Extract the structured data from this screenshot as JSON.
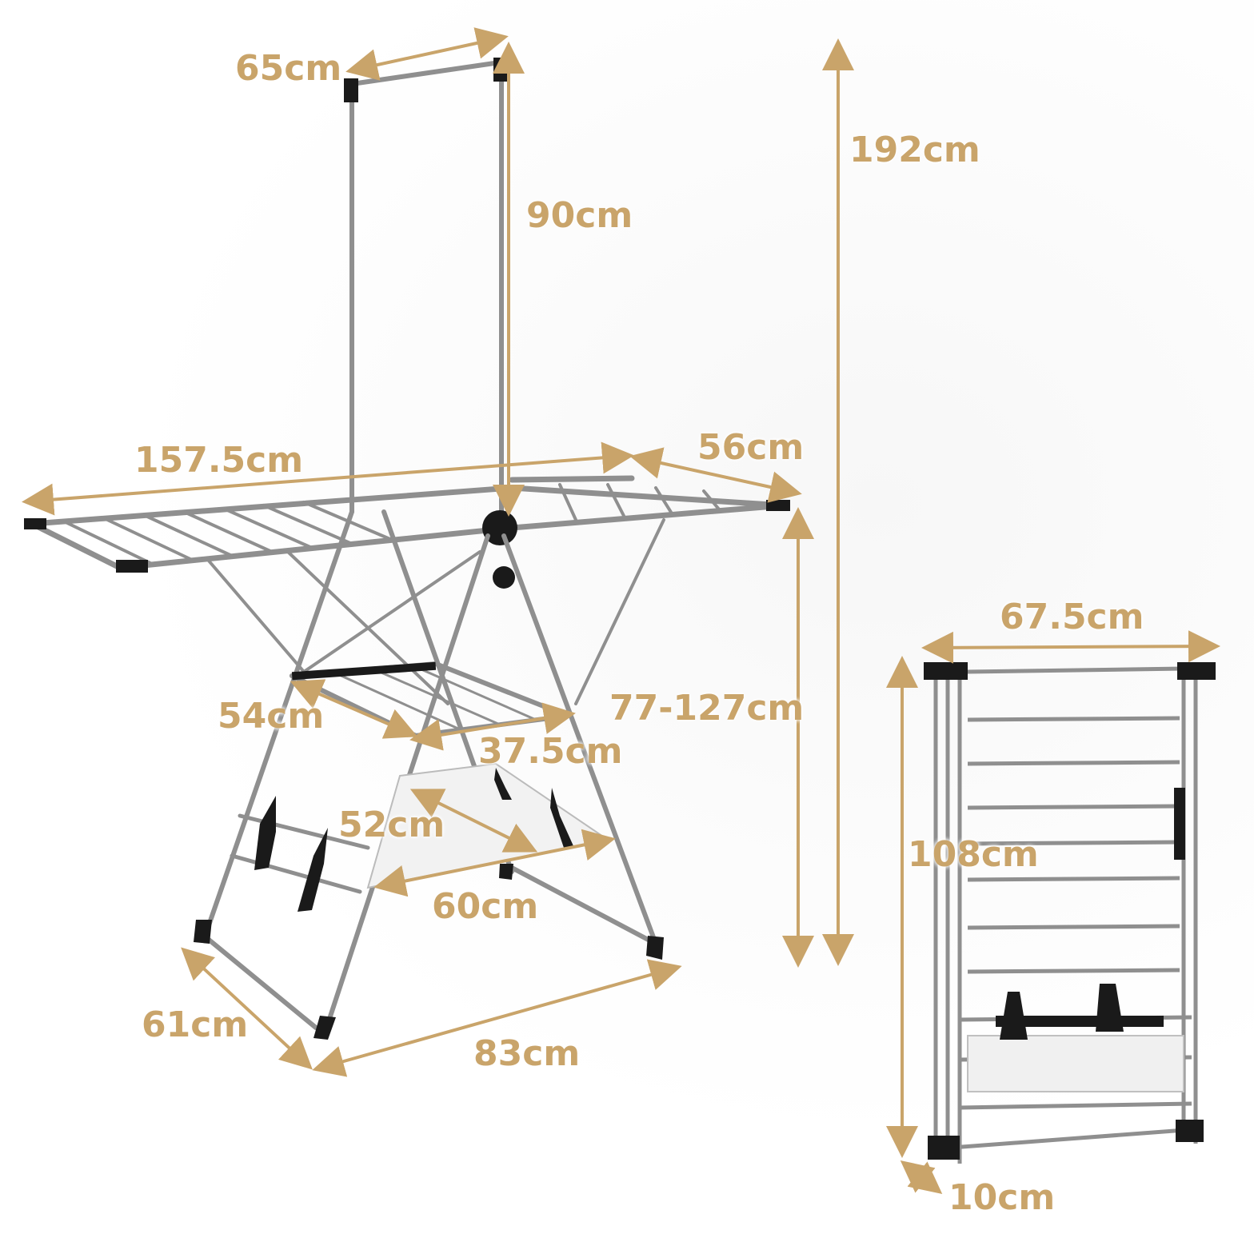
{
  "accent_color": "#C9A46A",
  "labels": {
    "top_width": "65cm",
    "pole_height": "90cm",
    "total_height": "192cm",
    "wing_span": "157.5cm",
    "depth": "56cm",
    "rack_height": "77-127cm",
    "shelf_width": "54cm",
    "shelf_depth": "37.5cm",
    "mesh_depth": "52cm",
    "mesh_width": "60cm",
    "base_depth": "61cm",
    "base_width": "83cm",
    "folded_width": "67.5cm",
    "folded_height": "108cm",
    "folded_thickness": "10cm"
  }
}
